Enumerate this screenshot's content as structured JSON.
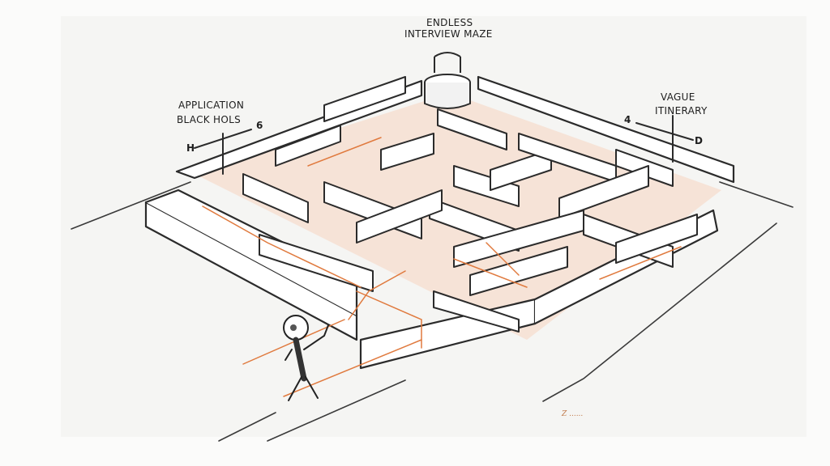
{
  "labels": {
    "top_line1": "ENDLESS",
    "top_line2": "INTERVIEW MAZE",
    "left_line1": "APPLICATION",
    "left_line2": "BLACK HOLS",
    "right_line1": "VAGUE",
    "right_line2": "ITINERARY"
  },
  "signpost_marks": {
    "left_end": "6",
    "left_start": "H",
    "right_end": "D",
    "right_start": "4"
  },
  "signature": "Z ......"
}
